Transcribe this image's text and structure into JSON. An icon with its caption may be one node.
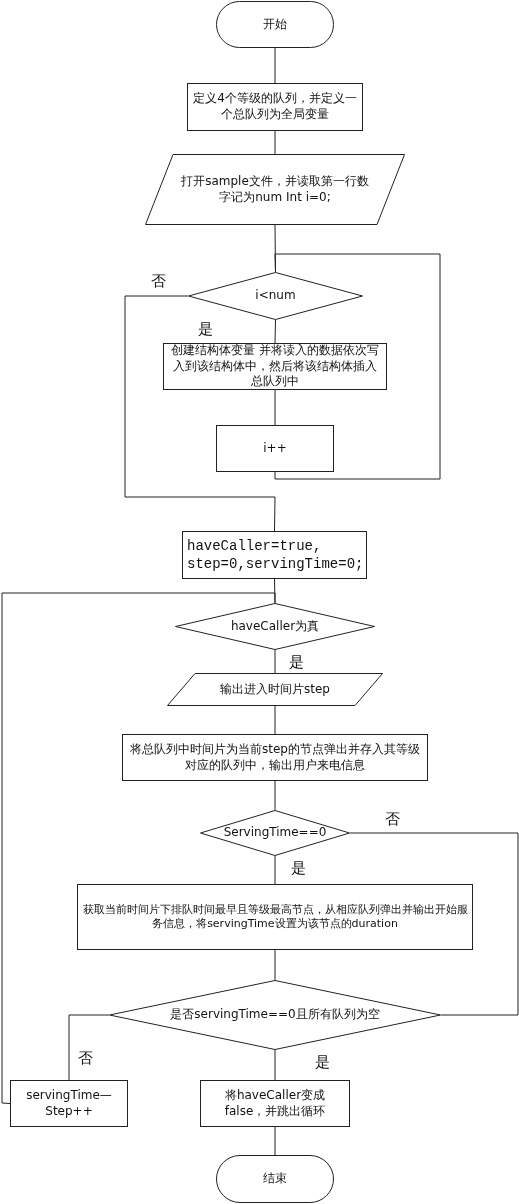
{
  "diagram": {
    "nodes": [
      {
        "text": [
          "开始"
        ]
      },
      {
        "text": [
          "定义4个等级的队列，并定义一个总队列为全局变量"
        ]
      },
      {
        "text": [
          "打开sample文件，并读取第一行数字记为num Int i=0;"
        ]
      },
      {
        "text": [
          "i<num"
        ]
      },
      {
        "text": [
          "创建结构体变量 并将读入的数据依次写入到该结构体中，然后将该结构体插入总队列中"
        ]
      },
      {
        "text": [
          "i++"
        ]
      },
      {
        "text": [
          "haveCaller=true, step=0,servingTime=0;"
        ]
      },
      {
        "text": [
          "haveCaller为真"
        ]
      },
      {
        "text": [
          "输出进入时间片step"
        ]
      },
      {
        "text": [
          "将总队列中时间片为当前step的节点弹出并存入其等级对应的队列中，输出用户来电信息"
        ]
      },
      {
        "text": [
          "ServingTime==0"
        ]
      },
      {
        "text": [
          "获取当前时间片下排队时间最早且等级最高节点，从相应队列弹出并输出开始服务信息，将servingTime设置为该节点的duration"
        ]
      },
      {
        "text": [
          "是否servingTime==0且所有队列为空"
        ]
      },
      {
        "text": [
          "servingTime— Step++"
        ]
      },
      {
        "text": [
          "将haveCaller变成false，并跳出循环"
        ]
      },
      {
        "text": [
          "结束"
        ]
      }
    ],
    "edges": [
      {
        "from": 0,
        "to": 1,
        "arrow": "none"
      },
      {
        "from": 1,
        "to": 2,
        "arrow": "none"
      },
      {
        "from": 2,
        "to": 3,
        "arrow": "none"
      },
      {
        "from": 3,
        "to": 4,
        "arrow": "none",
        "label": "是"
      },
      {
        "from": 4,
        "to": 5,
        "arrow": "none"
      },
      {
        "from": 5,
        "to": 3,
        "arrow": "none"
      },
      {
        "from": 3,
        "to": 6,
        "arrow": "none",
        "label": "否"
      },
      {
        "from": 6,
        "to": 7,
        "arrow": "none"
      },
      {
        "from": 7,
        "to": 8,
        "arrow": "none",
        "label": "是"
      },
      {
        "from": 8,
        "to": 9,
        "arrow": "none"
      },
      {
        "from": 9,
        "to": 10,
        "arrow": "none"
      },
      {
        "from": 10,
        "to": 11,
        "arrow": "none",
        "label": "是"
      },
      {
        "from": 11,
        "to": 12,
        "arrow": "none"
      },
      {
        "from": 10,
        "to": 12,
        "arrow": "none",
        "label": "否"
      },
      {
        "from": 12,
        "to": 13,
        "arrow": "none",
        "label": "否"
      },
      {
        "from": 12,
        "to": 14,
        "arrow": "none",
        "label": "是"
      },
      {
        "from": 14,
        "to": 15,
        "arrow": "none"
      },
      {
        "from": 13,
        "to": 7,
        "arrow": "none"
      }
    ]
  }
}
